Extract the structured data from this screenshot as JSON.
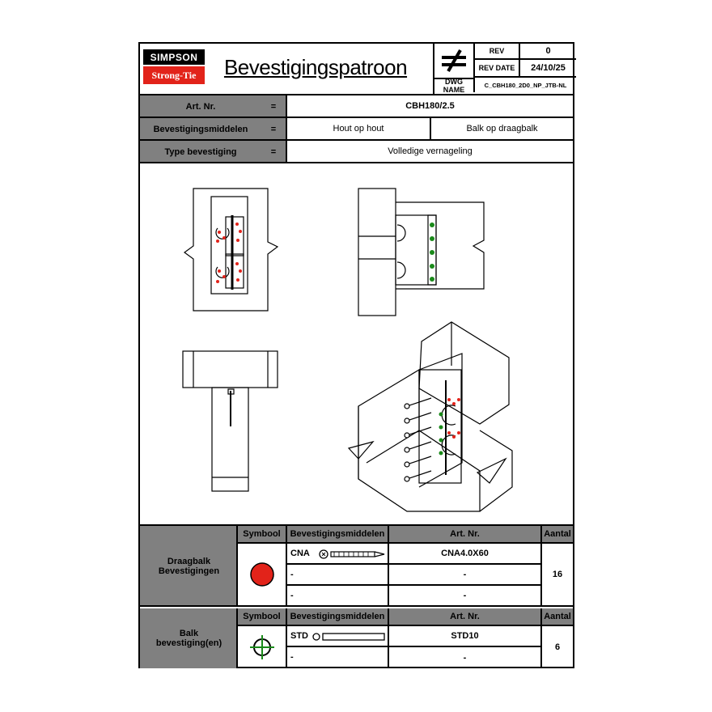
{
  "header": {
    "logo_top": "SIMPSON",
    "logo_bottom": "Strong-Tie",
    "title": "Bevestigingspatroon",
    "rev_label": "REV",
    "rev_value": "0",
    "rev_date_label": "REV DATE",
    "rev_date_value": "24/10/25",
    "dwg_name_label": "DWG NAME",
    "dwg_name_value": "C_CBH180_2D0_NP_JTB-NL",
    "symbol_icon": "not-equal-icon"
  },
  "info": {
    "art_label": "Art. Nr.",
    "art_value": "CBH180/2.5",
    "means_label": "Bevestigingsmiddelen",
    "means_value_1": "Hout op hout",
    "means_value_2": "Balk op draagbalk",
    "type_label": "Type bevestiging",
    "type_value": "Volledige vernageling",
    "equals": "="
  },
  "table1": {
    "group_label": "Draagbalk\nBevestigingen",
    "col_symbol": "Symbool",
    "col_means": "Bevestigingsmiddelen",
    "col_art": "Art. Nr.",
    "col_qty": "Aantal",
    "row1_means": "CNA",
    "row1_art": "CNA4.0X60",
    "row2_means": "-",
    "row2_art": "-",
    "row3_means": "-",
    "row3_art": "-",
    "qty": "16",
    "symbol_color": "#e2231a"
  },
  "table2": {
    "group_label": "Balk\nbevestiging(en)",
    "col_symbol": "Symbool",
    "col_means": "Bevestigingsmiddelen",
    "col_art": "Art. Nr.",
    "col_qty": "Aantal",
    "row1_means": "STD",
    "row1_art": "STD10",
    "row2_means": "-",
    "row2_art": "-",
    "qty": "6",
    "symbol_color": "#1a8a1a"
  }
}
